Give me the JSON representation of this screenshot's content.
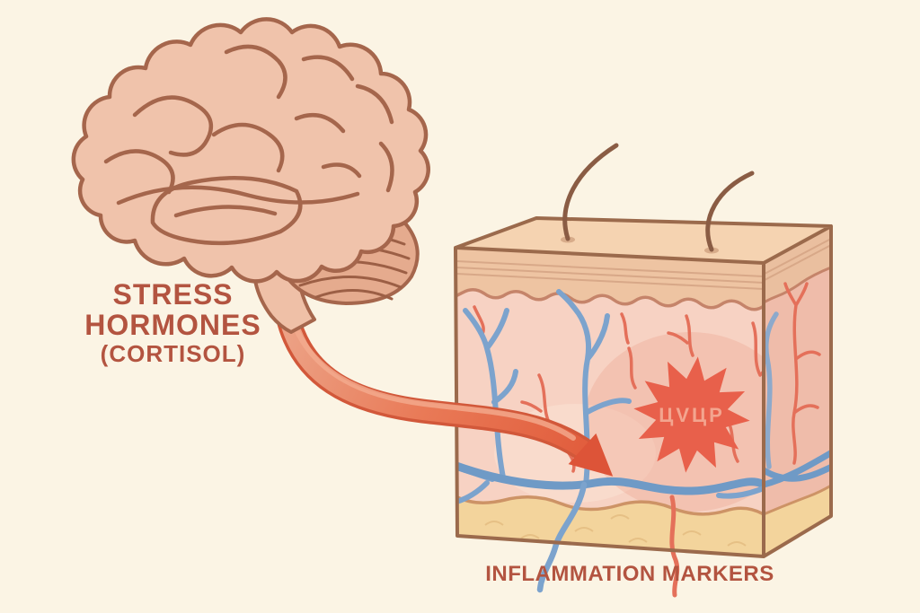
{
  "figure": {
    "background": "#fbf4e4",
    "text_color": "#b35440",
    "brain_label": {
      "line1": "STRESS",
      "line2": "HORMONES",
      "line3": "(CORTISOL)"
    },
    "skin_label": {
      "text": "INFLAMMATION MARKERS"
    },
    "starburst": {
      "text": "ЦVЦP",
      "fill": "#e8604b",
      "text_color": "#f3a58f"
    },
    "colors": {
      "brain_fill": "#f0c3ab",
      "brain_outline": "#a5664c",
      "cerebellum_fill": "#e5ab8e",
      "arrow_light": "#efa183",
      "arrow_dark": "#dd5438",
      "skin_top_face": "#f5d3b1",
      "epidermis": "#eec4a2",
      "dermis_front": "#f7d2c3",
      "dermis_side": "#efbcaa",
      "fat_layer": "#f3d49c",
      "block_outline": "#9b6a4c",
      "vessel_blue": "#7ca3cd",
      "vessel_red": "#e4705a",
      "hair": "#8a5c44"
    }
  }
}
